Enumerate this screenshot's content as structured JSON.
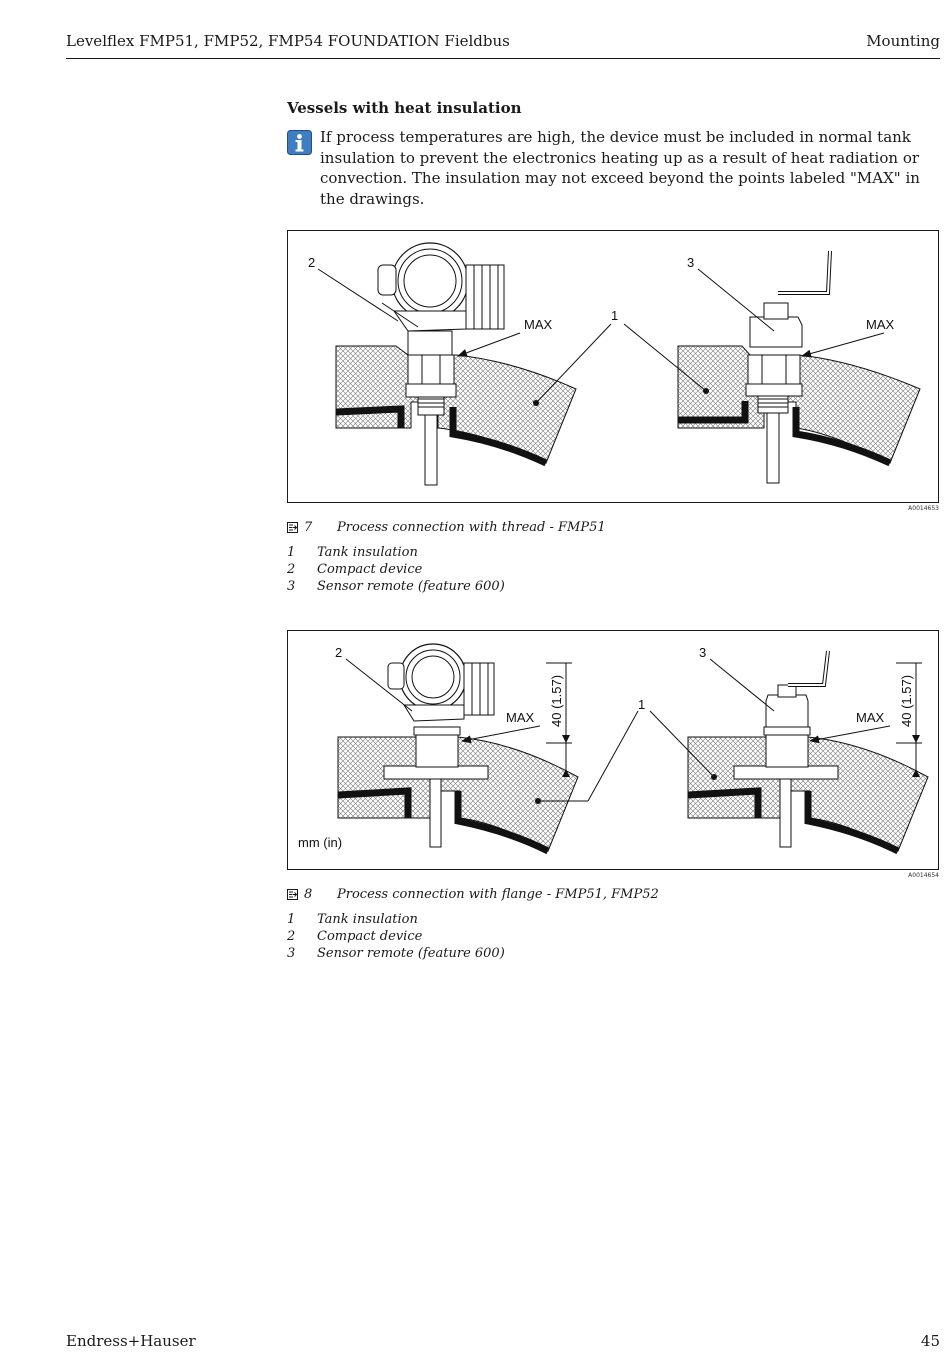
{
  "header": {
    "left": "Levelflex FMP51, FMP52, FMP54 FOUNDATION Fieldbus",
    "right": "Mounting"
  },
  "section": {
    "title": "Vessels with heat insulation",
    "note_icon": "info-icon",
    "note": "If process temperatures are high, the device must be included in normal tank insulation to prevent the electronics heating up as a result of heat radiation or convection. The insulation may not exceed beyond the points labeled \"MAX\" in the drawings."
  },
  "figure1": {
    "code": "A0014653",
    "labels": {
      "n1": "1",
      "n2": "2",
      "n3": "3",
      "max_left": "MAX",
      "max_right": "MAX"
    },
    "caption_number": "7",
    "caption": "Process connection with thread - FMP51",
    "legend": [
      {
        "num": "1",
        "text": "Tank insulation"
      },
      {
        "num": "2",
        "text": "Compact device"
      },
      {
        "num": "3",
        "text": "Sensor remote (feature 600)"
      }
    ]
  },
  "figure2": {
    "code": "A0014654",
    "labels": {
      "n1": "1",
      "n2": "2",
      "n3": "3",
      "max_left": "MAX",
      "max_right": "MAX",
      "dim_left": "40 (1.57)",
      "dim_right": "40 (1.57)",
      "units": "mm (in)"
    },
    "caption_number": "8",
    "caption": "Process connection with flange - FMP51, FMP52",
    "legend": [
      {
        "num": "1",
        "text": "Tank insulation"
      },
      {
        "num": "2",
        "text": "Compact device"
      },
      {
        "num": "3",
        "text": "Sensor remote (feature 600)"
      }
    ]
  },
  "footer": {
    "left": "Endress+Hauser",
    "right": "45"
  },
  "colors": {
    "info_icon": "#3f7fc1",
    "ink": "#1a1a1a"
  }
}
